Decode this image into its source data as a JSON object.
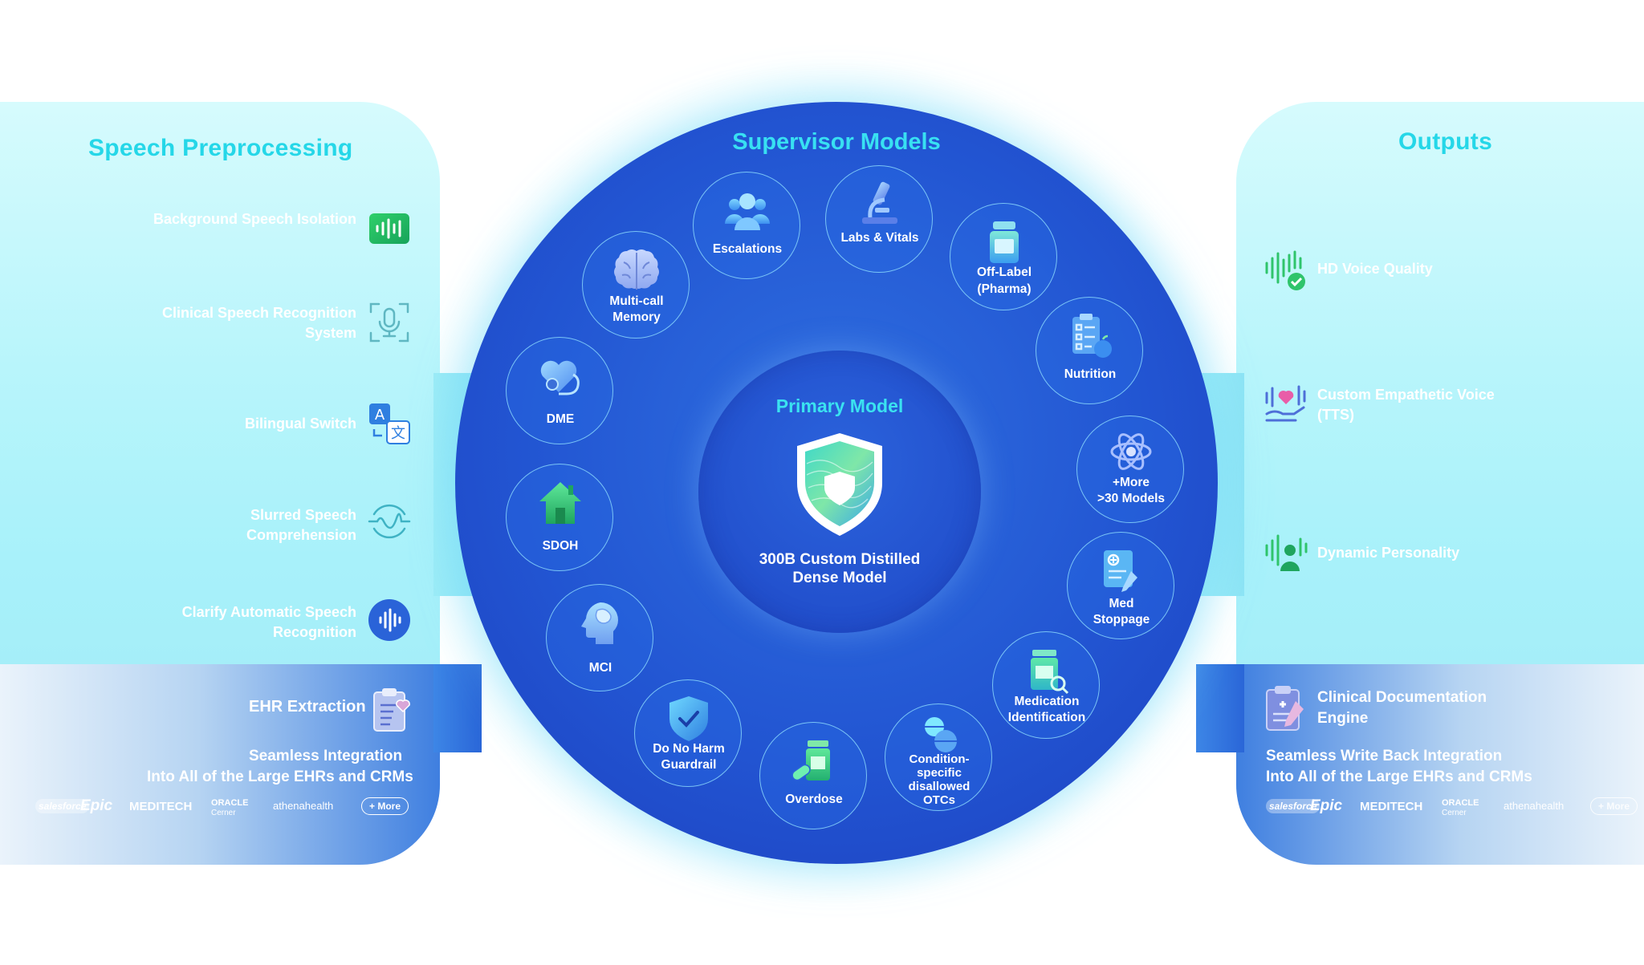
{
  "left_panel": {
    "title": "Speech Preprocessing",
    "items": [
      {
        "label": "Background Speech Isolation",
        "icon": "waveform-icon"
      },
      {
        "label": "Clinical Speech Recognition System",
        "icon": "microphone-icon"
      },
      {
        "label": "Bilingual Switch",
        "icon": "translate-icon"
      },
      {
        "label": "Slurred Speech Comprehension",
        "icon": "wave-circle-icon"
      },
      {
        "label": "Clarify Automatic Speech Recognition",
        "icon": "voice-bars-icon"
      }
    ],
    "ehr_label": "EHR Extraction",
    "integration_line1": "Seamless Integration",
    "integration_line2": "Into All of the Large EHRs and CRMs",
    "logos": {
      "salesforce": "salesforce",
      "epic": "Epic",
      "meditech": "MEDITECH",
      "oracle": "ORACLE",
      "cerner": "Cerner",
      "athena": "athenahealth",
      "more": "+ More"
    }
  },
  "center": {
    "title": "Supervisor Models",
    "primary_title": "Primary Model",
    "primary_line1": "300B Custom Distilled",
    "primary_line2": "Dense Model",
    "nodes": [
      {
        "line1": "Escalations",
        "line2": "",
        "icon": "people-icon"
      },
      {
        "line1": "Labs & Vitals",
        "line2": "",
        "icon": "microscope-icon"
      },
      {
        "line1": "Off-Label",
        "line2": "(Pharma)",
        "icon": "pill-bottle-icon"
      },
      {
        "line1": "Nutrition",
        "line2": "",
        "icon": "clipboard-apple-icon"
      },
      {
        "line1": "+More",
        "line2": ">30 Models",
        "icon": "atom-icon"
      },
      {
        "line1": "Med",
        "line2": "Stoppage",
        "icon": "prescription-icon"
      },
      {
        "line1": "Medication",
        "line2": "Identification",
        "icon": "medicine-jar-icon"
      },
      {
        "line1": "Condition-",
        "line2": "specific",
        "line3": "disallowed",
        "line4": "OTCs",
        "icon": "pills-icon"
      },
      {
        "line1": "Overdose",
        "line2": "",
        "icon": "bottle-pills-icon"
      },
      {
        "line1": "Do No Harm",
        "line2": "Guardrail",
        "icon": "shield-check-icon"
      },
      {
        "line1": "MCI",
        "line2": "",
        "icon": "head-brain-icon"
      },
      {
        "line1": "SDOH",
        "line2": "",
        "icon": "house-icon"
      },
      {
        "line1": "DME",
        "line2": "",
        "icon": "heart-stethoscope-icon"
      },
      {
        "line1": "Multi-call",
        "line2": "Memory",
        "icon": "brain-icon"
      }
    ]
  },
  "right_panel": {
    "title": "Outputs",
    "items": [
      {
        "label": "HD Voice Quality",
        "icon": "voice-check-icon"
      },
      {
        "label": "Custom  Empathetic Voice (TTS)",
        "icon": "voice-heart-icon"
      },
      {
        "label": "Dynamic Personality",
        "icon": "voice-person-icon"
      }
    ],
    "doc_line1": "Clinical Documentation",
    "doc_line2": "Engine",
    "integration_line1": "Seamless Write Back Integration",
    "integration_line2": "Into All of the Large EHRs and CRMs",
    "logos": {
      "salesforce": "salesforce",
      "epic": "Epic",
      "meditech": "MEDITECH",
      "oracle": "ORACLE",
      "cerner": "Cerner",
      "athena": "athenahealth",
      "more": "+ More"
    }
  },
  "colors": {
    "accent_cyan": "#25d7e8",
    "circle_blue": "#2255d2",
    "green": "#2fd06a"
  }
}
